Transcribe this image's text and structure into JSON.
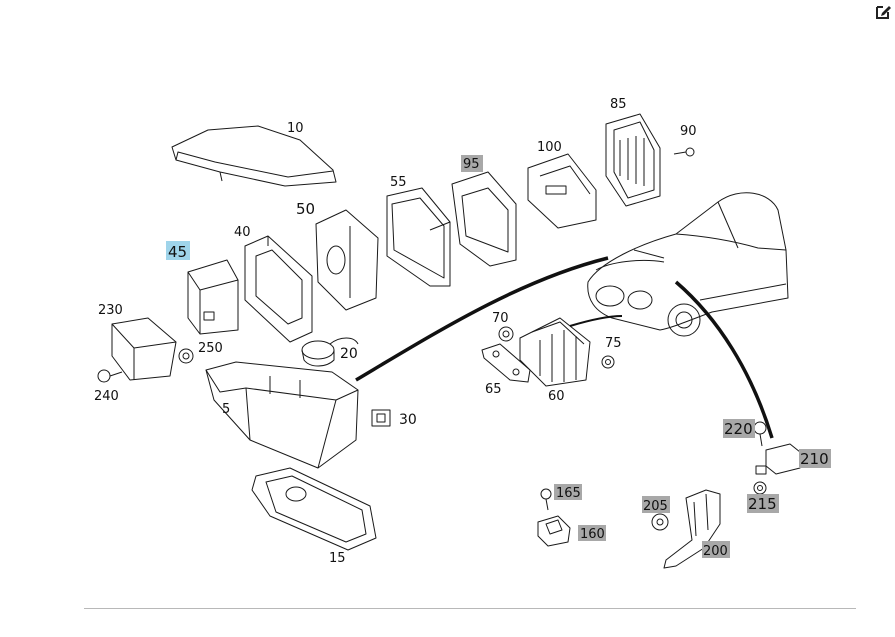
{
  "toolbar": {
    "edit_icon": "edit-icon"
  },
  "colors": {
    "selected_highlight": "#9fd4ea",
    "callout_highlight": "#a8a8a8",
    "line": "#1a1a1a"
  },
  "callouts": {
    "c10": "10",
    "c40": "40",
    "c45": "45",
    "c50": "50",
    "c55": "55",
    "c95": "95",
    "c100": "100",
    "c85": "85",
    "c90": "90",
    "c230": "230",
    "c250": "250",
    "c240": "240",
    "c20": "20",
    "c5": "5",
    "c30": "30",
    "c15": "15",
    "c70": "70",
    "c65": "65",
    "c60": "60",
    "c75": "75",
    "c220": "220",
    "c210": "210",
    "c215": "215",
    "c165": "165",
    "c160": "160",
    "c205": "205",
    "c200": "200"
  },
  "selected_callout": "45"
}
